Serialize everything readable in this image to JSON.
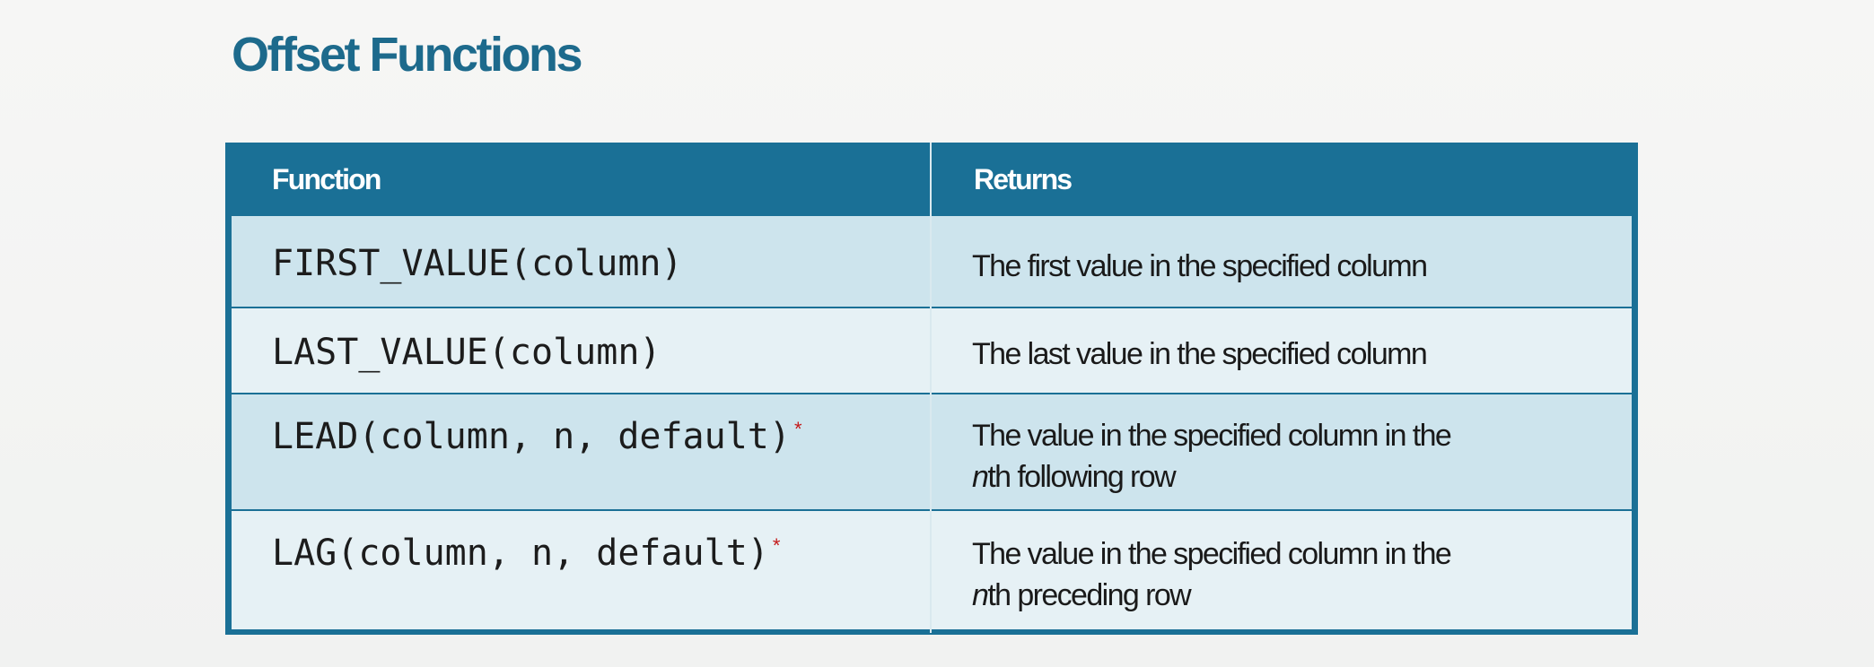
{
  "slide": {
    "title": "Offset Functions"
  },
  "table": {
    "headers": {
      "function": "Function",
      "returns": "Returns"
    },
    "rows": [
      {
        "function": "FIRST_VALUE(column)",
        "asterisk": "",
        "returns_line1": "The first value in the specified column",
        "returns_line2_italic": "",
        "returns_line2": ""
      },
      {
        "function": "LAST_VALUE(column)",
        "asterisk": "",
        "returns_line1": "The last value in the specified column",
        "returns_line2_italic": "",
        "returns_line2": ""
      },
      {
        "function": "LEAD(column, n, default)",
        "asterisk": "*",
        "returns_line1": "The value in the specified column in the",
        "returns_line2_italic": "n",
        "returns_line2": "th following row"
      },
      {
        "function": "LAG(column, n, default)",
        "asterisk": "*",
        "returns_line1": "The value in the specified column in the",
        "returns_line2_italic": "n",
        "returns_line2": "th preceding row"
      }
    ]
  },
  "colors": {
    "title": "#1d6a8c",
    "header_bg": "#1a7096",
    "row_dark": "#cde4ed",
    "row_light": "#e6f1f5",
    "asterisk": "#c41a1a"
  }
}
